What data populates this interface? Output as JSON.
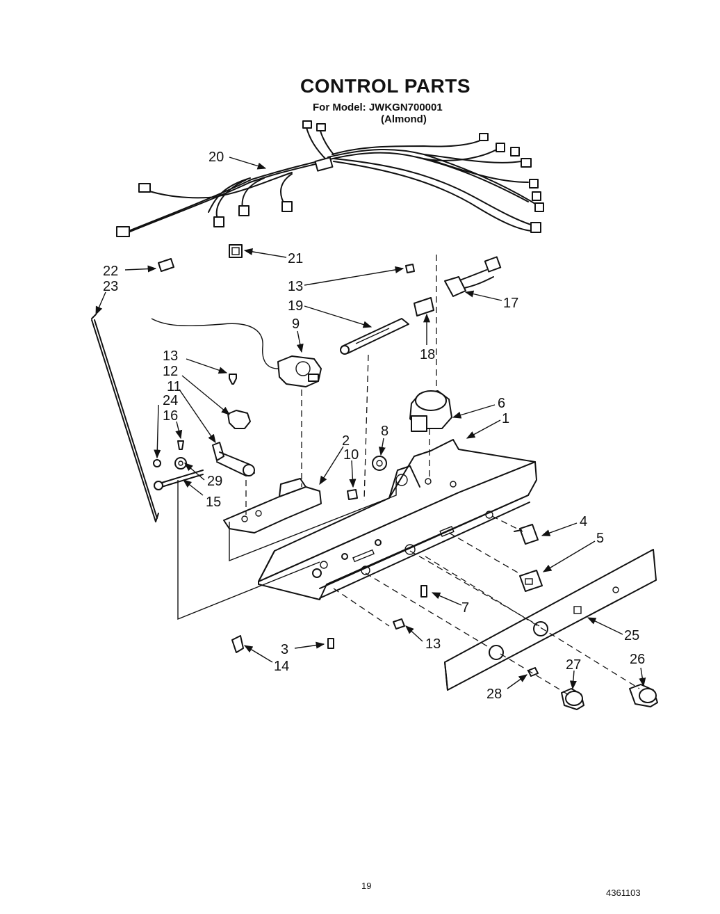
{
  "title": "CONTROL PARTS",
  "model_line": "For Model: JWKGN700001",
  "color_line": "(Almond)",
  "page_number": "19",
  "document_number": "4361103",
  "part_labels": {
    "p1": "1",
    "p2": "2",
    "p3": "3",
    "p4": "4",
    "p5": "5",
    "p6": "6",
    "p7": "7",
    "p8": "8",
    "p9": "9",
    "p10": "10",
    "p11": "11",
    "p12": "12",
    "p13a": "13",
    "p13b": "13",
    "p13c": "13",
    "p14": "14",
    "p15": "15",
    "p16": "16",
    "p17": "17",
    "p18": "18",
    "p19": "19",
    "p20": "20",
    "p21": "21",
    "p22": "22",
    "p23": "23",
    "p24": "24",
    "p25": "25",
    "p26": "26",
    "p27": "27",
    "p28": "28",
    "p29": "29"
  }
}
